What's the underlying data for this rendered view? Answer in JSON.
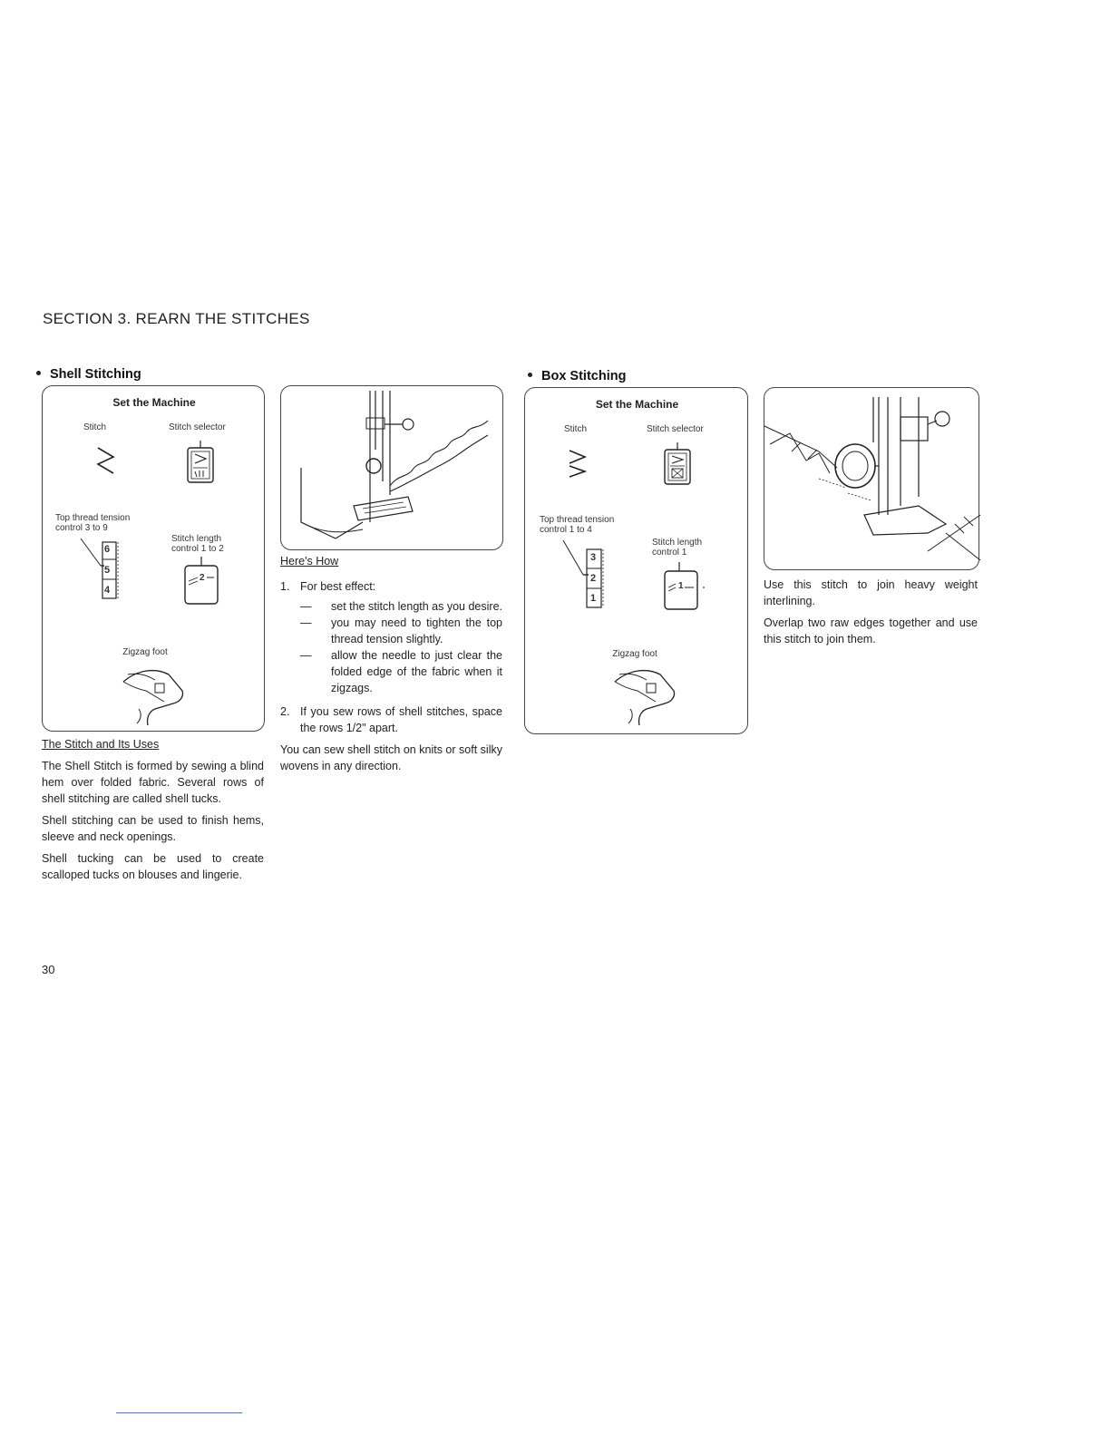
{
  "section_title": "SECTION 3. REARN THE STITCHES",
  "shell": {
    "heading": "Shell Stitching",
    "panel": {
      "title": "Set the Machine",
      "stitch_label": "Stitch",
      "selector_label": "Stitch selector",
      "tension_label_1": "Top thread tension",
      "tension_label_2": "control 3 to 9",
      "tension_dial": [
        "6",
        "5",
        "4"
      ],
      "length_label_1": "Stitch length",
      "length_label_2": "control 1 to 2",
      "length_value": "2",
      "foot_label": "Zigzag foot"
    },
    "uses_heading": "The Stitch and Its Uses",
    "paragraphs": [
      "The Shell Stitch is formed by sewing a blind hem over folded fabric. Several rows of shell stitching are called shell tucks.",
      "Shell stitching can be used to finish hems, sleeve and neck openings.",
      "Shell tucking can be used to create scalloped tucks on blouses and lingerie."
    ]
  },
  "howto": {
    "heading": "Here's How",
    "step1_num": "1.",
    "step1_text": "For best effect:",
    "dash": "—",
    "bullets": [
      "set the stitch length as you desire.",
      "you may need to tighten the top thread tension slightly.",
      "allow the needle to just clear the folded edge of the fabric when it zigzags."
    ],
    "step2_num": "2.",
    "step2_text": "If you sew rows of shell stitches, space the rows 1/2\" apart.",
    "closing": "You can sew shell stitch on knits or soft silky wovens in any direction."
  },
  "box": {
    "heading": "Box Stitching",
    "panel": {
      "title": "Set the Machine",
      "stitch_label": "Stitch",
      "selector_label": "Stitch selector",
      "tension_label_1": "Top thread tension",
      "tension_label_2": "control 1 to 4",
      "tension_dial": [
        "3",
        "2",
        "1"
      ],
      "length_label_1": "Stitch length",
      "length_label_2": "control 1",
      "length_value": "1",
      "foot_label": "Zigzag foot"
    },
    "paragraphs": [
      "Use this stitch to join heavy weight interlining.",
      "Overlap two raw edges together and use this stitch to join them."
    ]
  },
  "page_number": "30"
}
